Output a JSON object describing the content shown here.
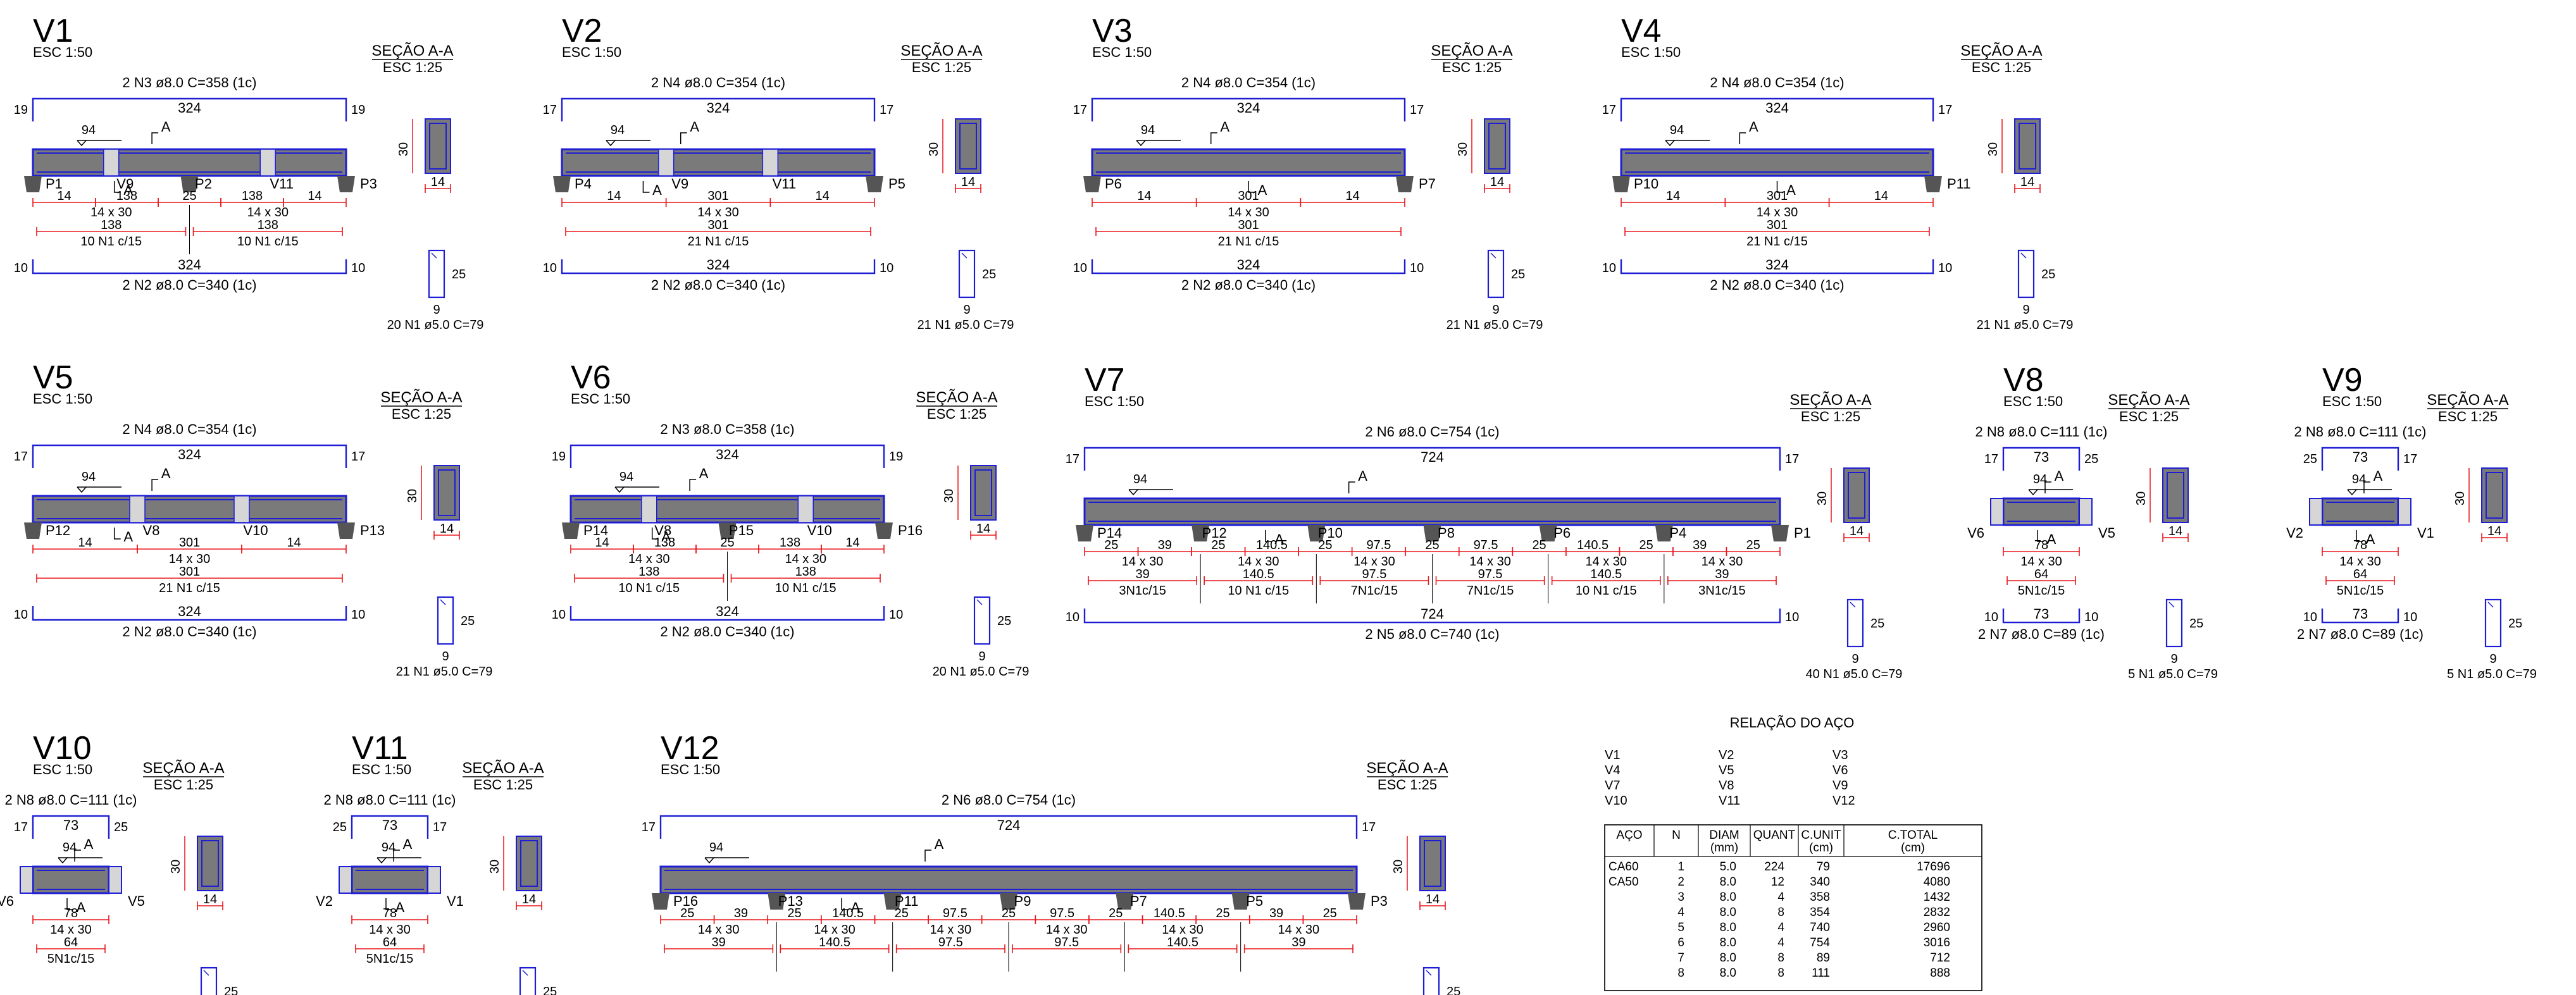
{
  "colors": {
    "beam_fill": "#7a7a7a",
    "beam_outline": "#1d1dd6",
    "rebar": "#1d1dd6",
    "dimension": "#e8161b",
    "support": "#555555",
    "text": "#000000",
    "hatch_fill": "#d6d6d6",
    "background": "#ffffff"
  },
  "beams": [
    {
      "name": "V1",
      "scale": "ESC 1:50",
      "top_bar": "2 N3 ø8.0 C=358  (1c)",
      "top_len": "324",
      "top_hook_l": "19",
      "top_hook_r": "19",
      "bot_bar": "2 N2 ø8.0 C=340  (1c)",
      "bot_len": "324",
      "bot_hook_l": "10",
      "bot_hook_r": "10",
      "dim94": "94",
      "cut": "A",
      "supports": [
        "P1",
        "V9",
        "P2",
        "V11",
        "P3"
      ],
      "dims": [
        "14",
        "138",
        "25",
        "138",
        "14"
      ],
      "spans": [
        {
          "len": "138",
          "size": "14 x 30",
          "stirrup": "10 N1 c/15"
        },
        {
          "len": "138",
          "size": "14 x 30",
          "stirrup": "10 N1 c/15"
        }
      ],
      "section_title": "SEÇÃO A-A",
      "section_scale": "ESC 1:25",
      "section_h": "30",
      "section_w": "14",
      "stirrup_h": "25",
      "stirrup_w": "9",
      "stirrup_total": "20 N1 ø5.0 C=79"
    },
    {
      "name": "V2",
      "scale": "ESC 1:50",
      "top_bar": "2 N4 ø8.0 C=354  (1c)",
      "top_len": "324",
      "top_hook_l": "17",
      "top_hook_r": "17",
      "bot_bar": "2 N2 ø8.0 C=340  (1c)",
      "bot_len": "324",
      "bot_hook_l": "10",
      "bot_hook_r": "10",
      "dim94": "94",
      "cut": "A",
      "supports": [
        "P4",
        "V9",
        "V11",
        "P5"
      ],
      "dims": [
        "14",
        "301",
        "14"
      ],
      "spans": [
        {
          "len": "301",
          "size": "14 x 30",
          "stirrup": "21 N1 c/15"
        }
      ],
      "section_title": "SEÇÃO A-A",
      "section_scale": "ESC 1:25",
      "section_h": "30",
      "section_w": "14",
      "stirrup_h": "25",
      "stirrup_w": "9",
      "stirrup_total": "21 N1 ø5.0 C=79"
    },
    {
      "name": "V3",
      "scale": "ESC 1:50",
      "top_bar": "2 N4 ø8.0 C=354  (1c)",
      "top_len": "324",
      "top_hook_l": "17",
      "top_hook_r": "17",
      "bot_bar": "2 N2 ø8.0 C=340  (1c)",
      "bot_len": "324",
      "bot_hook_l": "10",
      "bot_hook_r": "10",
      "dim94": "94",
      "cut": "A",
      "supports": [
        "P6",
        "P7"
      ],
      "dims": [
        "14",
        "301",
        "14"
      ],
      "spans": [
        {
          "len": "301",
          "size": "14 x 30",
          "stirrup": "21 N1 c/15"
        }
      ],
      "section_title": "SEÇÃO A-A",
      "section_scale": "ESC 1:25",
      "section_h": "30",
      "section_w": "14",
      "stirrup_h": "25",
      "stirrup_w": "9",
      "stirrup_total": "21 N1 ø5.0 C=79"
    },
    {
      "name": "V4",
      "scale": "ESC 1:50",
      "top_bar": "2 N4 ø8.0 C=354  (1c)",
      "top_len": "324",
      "top_hook_l": "17",
      "top_hook_r": "17",
      "bot_bar": "2 N2 ø8.0 C=340  (1c)",
      "bot_len": "324",
      "bot_hook_l": "10",
      "bot_hook_r": "10",
      "dim94": "94",
      "cut": "A",
      "supports": [
        "P10",
        "P11"
      ],
      "dims": [
        "14",
        "301",
        "14"
      ],
      "spans": [
        {
          "len": "301",
          "size": "14 x 30",
          "stirrup": "21 N1 c/15"
        }
      ],
      "section_title": "SEÇÃO A-A",
      "section_scale": "ESC 1:25",
      "section_h": "30",
      "section_w": "14",
      "stirrup_h": "25",
      "stirrup_w": "9",
      "stirrup_total": "21 N1 ø5.0 C=79"
    },
    {
      "name": "V5",
      "scale": "ESC 1:50",
      "top_bar": "2 N4 ø8.0 C=354  (1c)",
      "top_len": "324",
      "top_hook_l": "17",
      "top_hook_r": "17",
      "bot_bar": "2 N2 ø8.0 C=340  (1c)",
      "bot_len": "324",
      "bot_hook_l": "10",
      "bot_hook_r": "10",
      "dim94": "94",
      "cut": "A",
      "supports": [
        "P12",
        "V8",
        "V10",
        "P13"
      ],
      "dims": [
        "14",
        "301",
        "14"
      ],
      "spans": [
        {
          "len": "301",
          "size": "14 x 30",
          "stirrup": "21 N1 c/15"
        }
      ],
      "section_title": "SEÇÃO A-A",
      "section_scale": "ESC 1:25",
      "section_h": "30",
      "section_w": "14",
      "stirrup_h": "25",
      "stirrup_w": "9",
      "stirrup_total": "21 N1 ø5.0 C=79"
    },
    {
      "name": "V6",
      "scale": "ESC 1:50",
      "top_bar": "2 N3 ø8.0 C=358  (1c)",
      "top_len": "324",
      "top_hook_l": "19",
      "top_hook_r": "19",
      "bot_bar": "2 N2 ø8.0 C=340  (1c)",
      "bot_len": "324",
      "bot_hook_l": "10",
      "bot_hook_r": "10",
      "dim94": "94",
      "cut": "A",
      "supports": [
        "P14",
        "V8",
        "P15",
        "V10",
        "P16"
      ],
      "dims": [
        "14",
        "138",
        "25",
        "138",
        "14"
      ],
      "spans": [
        {
          "len": "138",
          "size": "14 x 30",
          "stirrup": "10 N1 c/15"
        },
        {
          "len": "138",
          "size": "14 x 30",
          "stirrup": "10 N1 c/15"
        }
      ],
      "section_title": "SEÇÃO A-A",
      "section_scale": "ESC 1:25",
      "section_h": "30",
      "section_w": "14",
      "stirrup_h": "25",
      "stirrup_w": "9",
      "stirrup_total": "20 N1 ø5.0 C=79"
    },
    {
      "name": "V7",
      "scale": "ESC 1:50",
      "top_bar": "2 N6 ø8.0 C=754  (1c)",
      "top_len": "724",
      "top_hook_l": "17",
      "top_hook_r": "17",
      "bot_bar": "2 N5 ø8.0 C=740  (1c)",
      "bot_len": "724",
      "bot_hook_l": "10",
      "bot_hook_r": "10",
      "dim94": "94",
      "cut": "A",
      "supports": [
        "P14",
        "P12",
        "P10",
        "P8",
        "P6",
        "P4",
        "P1"
      ],
      "dims": [
        "25",
        "39",
        "25",
        "140.5",
        "25",
        "97.5",
        "25",
        "97.5",
        "25",
        "140.5",
        "25",
        "39",
        "25"
      ],
      "spans": [
        {
          "len": "39",
          "size": "14 x 30",
          "stirrup": "3N1c/15"
        },
        {
          "len": "140.5",
          "size": "14 x 30",
          "stirrup": "10 N1 c/15"
        },
        {
          "len": "97.5",
          "size": "14 x 30",
          "stirrup": "7N1c/15"
        },
        {
          "len": "97.5",
          "size": "14 x 30",
          "stirrup": "7N1c/15"
        },
        {
          "len": "140.5",
          "size": "14 x 30",
          "stirrup": "10 N1 c/15"
        },
        {
          "len": "39",
          "size": "14 x 30",
          "stirrup": "3N1c/15"
        }
      ],
      "section_title": "SEÇÃO A-A",
      "section_scale": "ESC 1:25",
      "section_h": "30",
      "section_w": "14",
      "stirrup_h": "25",
      "stirrup_w": "9",
      "stirrup_total": "40 N1 ø5.0 C=79"
    },
    {
      "name": "V8",
      "scale": "ESC 1:50",
      "top_bar": "2 N8 ø8.0 C=111  (1c)",
      "top_len": "73",
      "top_hook_l": "17",
      "top_hook_r": "25",
      "bot_bar": "2 N7 ø8.0 C=89  (1c)",
      "bot_len": "73",
      "bot_hook_l": "10",
      "bot_hook_r": "10",
      "dim94": "94",
      "inner": "64",
      "cut": "A",
      "supports": [
        "V6",
        "V5"
      ],
      "dims": [
        "78"
      ],
      "spans": [
        {
          "len": "64",
          "size": "14 x 30",
          "stirrup": "5N1c/15"
        }
      ],
      "section_title": "SEÇÃO A-A",
      "section_scale": "ESC 1:25",
      "section_h": "30",
      "section_w": "14",
      "stirrup_h": "25",
      "stirrup_w": "9",
      "stirrup_total": "5 N1 ø5.0 C=79"
    },
    {
      "name": "V9",
      "scale": "ESC 1:50",
      "top_bar": "2 N8 ø8.0 C=111  (1c)",
      "top_len": "73",
      "top_hook_l": "25",
      "top_hook_r": "17",
      "bot_bar": "2 N7 ø8.0 C=89  (1c)",
      "bot_len": "73",
      "bot_hook_l": "10",
      "bot_hook_r": "10",
      "dim94": "94",
      "inner": "64",
      "cut": "A",
      "supports": [
        "V2",
        "V1"
      ],
      "dims": [
        "78"
      ],
      "spans": [
        {
          "len": "64",
          "size": "14 x 30",
          "stirrup": "5N1c/15"
        }
      ],
      "section_title": "SEÇÃO A-A",
      "section_scale": "ESC 1:25",
      "section_h": "30",
      "section_w": "14",
      "stirrup_h": "25",
      "stirrup_w": "9",
      "stirrup_total": "5 N1 ø5.0 C=79"
    },
    {
      "name": "V10",
      "scale": "ESC 1:50",
      "top_bar": "2 N8 ø8.0 C=111  (1c)",
      "top_len": "73",
      "top_hook_l": "17",
      "top_hook_r": "25",
      "dim94": "94",
      "inner": "64",
      "cut": "A",
      "supports": [
        "V6",
        "V5"
      ],
      "dims": [
        "78"
      ],
      "spans": [
        {
          "len": "64",
          "size": "14 x 30",
          "stirrup": "5N1c/15"
        }
      ],
      "section_title": "SEÇÃO A-A",
      "section_scale": "ESC 1:25",
      "section_h": "30",
      "section_w": "14",
      "stirrup_h": "25"
    },
    {
      "name": "V11",
      "scale": "ESC 1:50",
      "top_bar": "2 N8 ø8.0 C=111  (1c)",
      "top_len": "73",
      "top_hook_l": "25",
      "top_hook_r": "17",
      "dim94": "94",
      "inner": "64",
      "cut": "A",
      "supports": [
        "V2",
        "V1"
      ],
      "dims": [
        "78"
      ],
      "spans": [
        {
          "len": "64",
          "size": "14 x 30",
          "stirrup": "5N1c/15"
        }
      ],
      "section_title": "SEÇÃO A-A",
      "section_scale": "ESC 1:25",
      "section_h": "30",
      "section_w": "14",
      "stirrup_h": "25"
    },
    {
      "name": "V12",
      "scale": "ESC 1:50",
      "top_bar": "2 N6 ø8.0 C=754  (1c)",
      "top_len": "724",
      "top_hook_l": "17",
      "top_hook_r": "17",
      "dim94": "94",
      "cut": "A",
      "supports": [
        "P16",
        "P13",
        "P11",
        "P9",
        "P7",
        "P5",
        "P3"
      ],
      "dims": [
        "25",
        "39",
        "25",
        "140.5",
        "25",
        "97.5",
        "25",
        "97.5",
        "25",
        "140.5",
        "25",
        "39",
        "25"
      ],
      "spans": [
        {
          "len": "39",
          "size": "14 x 30"
        },
        {
          "len": "140.5",
          "size": "14 x 30"
        },
        {
          "len": "97.5",
          "size": "14 x 30"
        },
        {
          "len": "97.5",
          "size": "14 x 30"
        },
        {
          "len": "140.5",
          "size": "14 x 30"
        },
        {
          "len": "39",
          "size": "14 x 30"
        }
      ],
      "section_title": "SEÇÃO A-A",
      "section_scale": "ESC 1:25",
      "section_h": "30",
      "section_w": "14",
      "stirrup_h": "25"
    }
  ],
  "steel_table": {
    "title": "RELAÇÃO DO AÇO",
    "beam_list": [
      [
        "V1",
        "V2",
        "V3"
      ],
      [
        "V4",
        "V5",
        "V6"
      ],
      [
        "V7",
        "V8",
        "V9"
      ],
      [
        "V10",
        "V11",
        "V12"
      ]
    ],
    "headers": [
      "AÇO",
      "N",
      "DIAM (mm)",
      "QUANT",
      "C.UNIT (cm)",
      "C.TOTAL (cm)"
    ],
    "rows": [
      [
        "CA60",
        "1",
        "5.0",
        "224",
        "79",
        "17696"
      ],
      [
        "CA50",
        "2",
        "8.0",
        "12",
        "340",
        "4080"
      ],
      [
        "",
        "3",
        "8.0",
        "4",
        "358",
        "1432"
      ],
      [
        "",
        "4",
        "8.0",
        "8",
        "354",
        "2832"
      ],
      [
        "",
        "5",
        "8.0",
        "4",
        "740",
        "2960"
      ],
      [
        "",
        "6",
        "8.0",
        "4",
        "754",
        "3016"
      ],
      [
        "",
        "7",
        "8.0",
        "8",
        "89",
        "712"
      ],
      [
        "",
        "8",
        "8.0",
        "8",
        "111",
        "888"
      ]
    ]
  }
}
